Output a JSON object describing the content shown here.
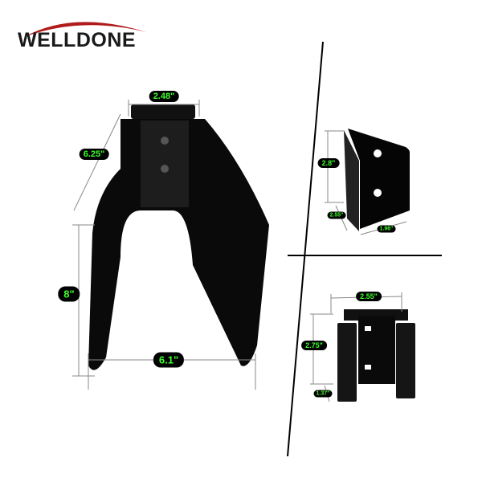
{
  "brand": {
    "name": "WELLDONE",
    "accent": "#b01c1c"
  },
  "main_bracket": {
    "width_top": "2.48\"",
    "side_length": "6.25\"",
    "height": "8\"",
    "width_bottom": "6.1\""
  },
  "angle_bracket": {
    "height": "2.8\"",
    "depth": "2.55\"",
    "width": "1.96\""
  },
  "clip_bracket": {
    "width": "2.55\"",
    "height": "2.75\"",
    "depth": "1.37\""
  }
}
